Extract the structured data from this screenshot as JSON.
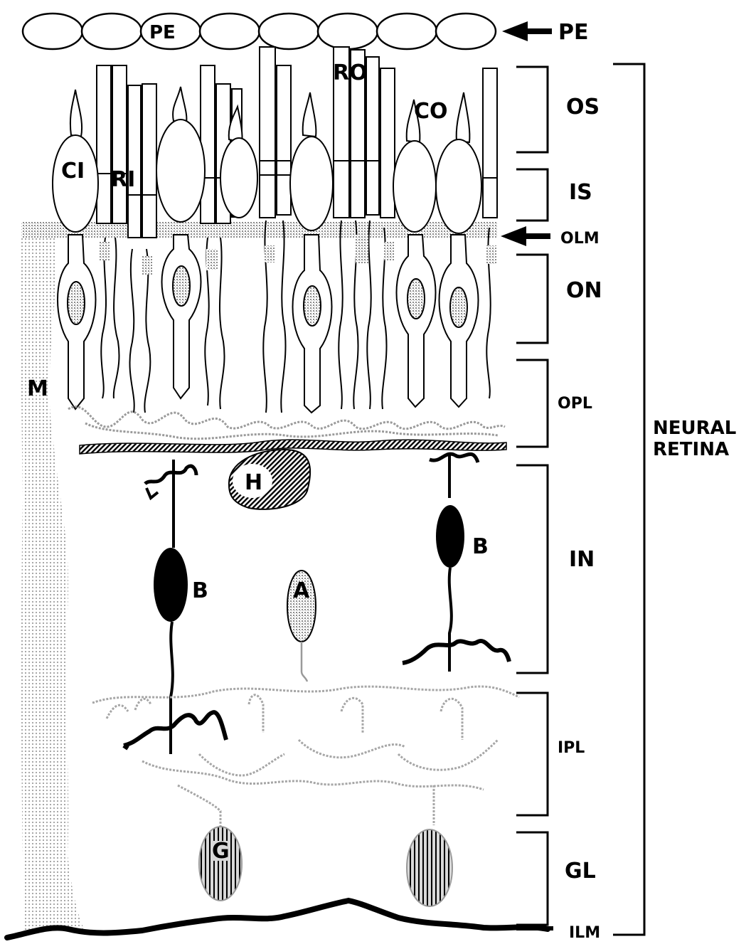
{
  "diagram": {
    "pigment_epithelium": {
      "cell_label": "PE",
      "pointer_label": "PE"
    },
    "cell_labels": {
      "cone_inner": "CI",
      "rod_inner": "RI",
      "rod_outer": "RO",
      "cone_outer": "CO",
      "muller": "M",
      "horizontal": "H",
      "bipolar_left": "B",
      "bipolar_right": "B",
      "amacrine": "A",
      "ganglion": "G"
    },
    "layers": {
      "os": "OS",
      "is": "IS",
      "olm": "OLM",
      "on": "ON",
      "opl": "OPL",
      "in": "IN",
      "ipl": "IPL",
      "gl": "GL",
      "ilm": "ILM"
    },
    "neural_retina": {
      "line1": "NEURAL",
      "line2": "RETINA"
    },
    "colors": {
      "ink": "#000000",
      "stipple": "#9a9a9a",
      "light_stipple": "#bdbdbd",
      "background": "#ffffff"
    }
  }
}
